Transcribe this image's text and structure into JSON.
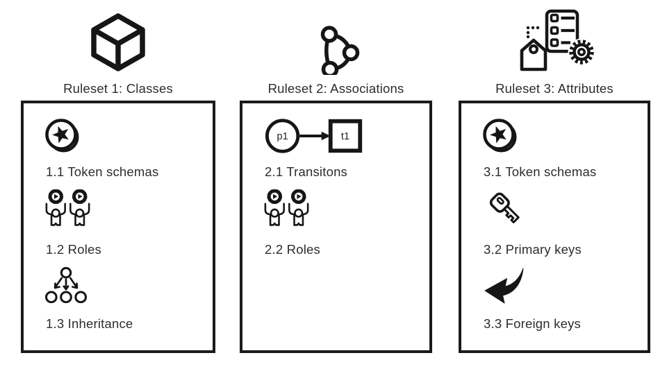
{
  "colors": {
    "ink": "#161616",
    "panel_border": "#1b1b1b",
    "text": "#2d2d2d",
    "background": "#ffffff"
  },
  "rulesets": [
    {
      "title": "Ruleset 1: Classes",
      "header_icon": "cube-icon",
      "items": [
        {
          "icon": "token-coin-star-icon",
          "label": "1.1 Token schemas"
        },
        {
          "icon": "roles-people-gears-icon",
          "label": "1.2 Roles"
        },
        {
          "icon": "inheritance-tree-icon",
          "label": "1.3 Inheritance"
        }
      ]
    },
    {
      "title": "Ruleset 2: Associations",
      "header_icon": "association-triangle-icon",
      "items": [
        {
          "icon": "place-transition-icon",
          "label": "2.1 Transitons",
          "diagram": {
            "place_label": "p1",
            "transition_label": "t1"
          }
        },
        {
          "icon": "roles-people-gears-icon",
          "label": "2.2 Roles"
        }
      ]
    },
    {
      "title": "Ruleset 3: Attributes",
      "header_icon": "attributes-tag-list-gear-icon",
      "items": [
        {
          "icon": "token-coin-star-icon",
          "label": "3.1 Token schemas"
        },
        {
          "icon": "key-icon",
          "label": "3.2 Primary keys"
        },
        {
          "icon": "foreign-key-curved-arrow-icon",
          "label": "3.3 Foreign keys"
        }
      ]
    }
  ]
}
